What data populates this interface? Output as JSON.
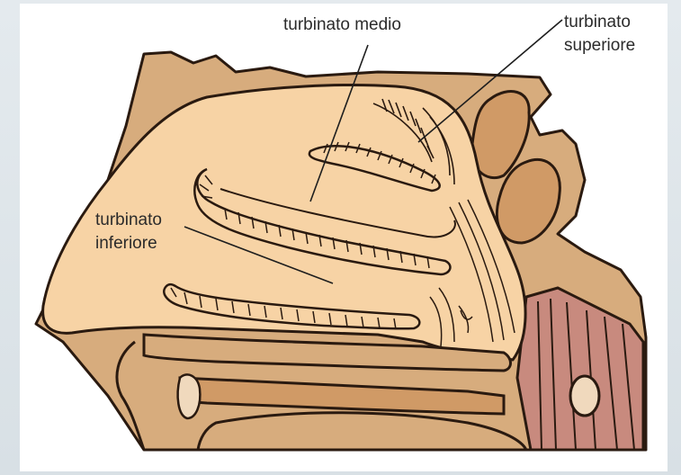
{
  "diagram": {
    "labels": {
      "middle": "turbinato medio",
      "superior_1": "turbinato",
      "superior_2": "superiore",
      "inferior_1": "turbinato",
      "inferior_2": "inferiore"
    },
    "colors": {
      "cavity_fill": "#f7d3a5",
      "bone_fill": "#d7ac7d",
      "outline": "#2a1a10",
      "muscle_fill": "#c88a7e",
      "frame_bg": "#dfe6ea"
    }
  }
}
